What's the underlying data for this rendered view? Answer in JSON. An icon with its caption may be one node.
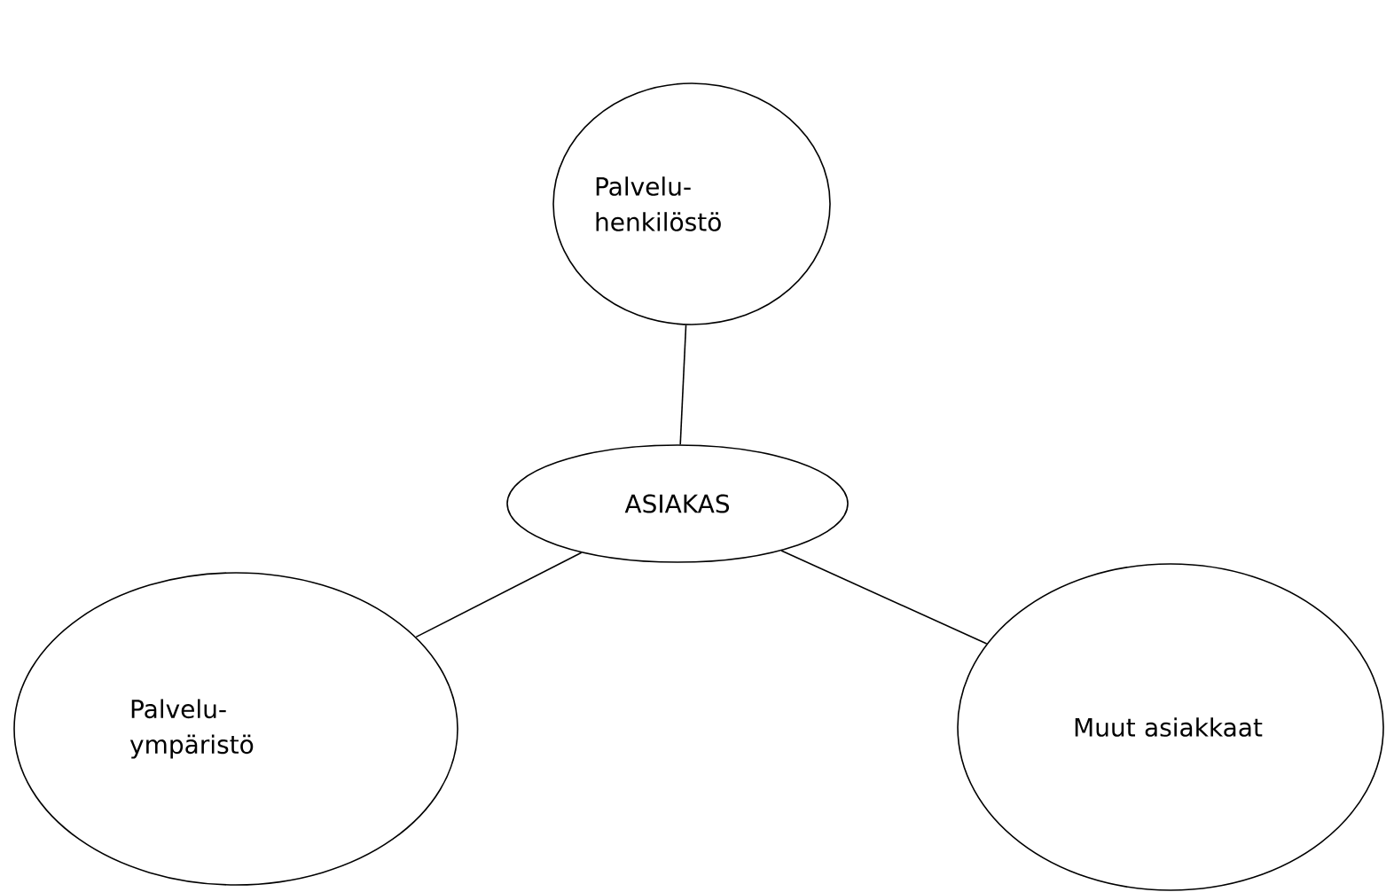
{
  "diagram": {
    "nodes": [
      {
        "text": [
          "Palvelu- henkilöstö"
        ]
      },
      {
        "text": [
          "ASIAKAS"
        ]
      },
      {
        "text": [
          "Palvelu- ympäristö"
        ]
      },
      {
        "text": [
          "Muut asiakkaat"
        ]
      }
    ],
    "edges": [
      {
        "from": 1,
        "to": 0,
        "arrow": "none"
      },
      {
        "from": 1,
        "to": 2,
        "arrow": "none"
      },
      {
        "from": 1,
        "to": 3,
        "arrow": "none"
      }
    ]
  }
}
